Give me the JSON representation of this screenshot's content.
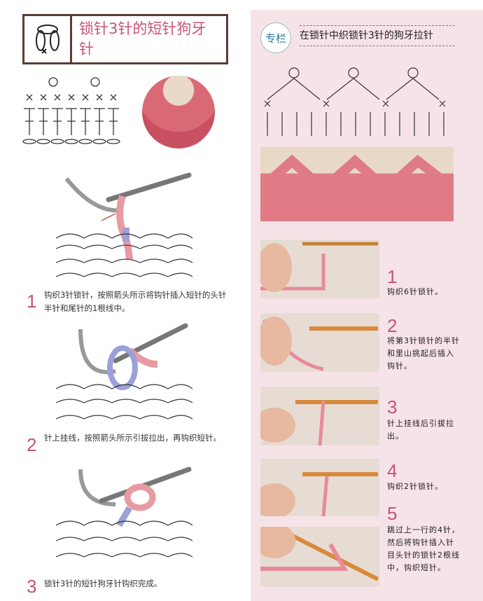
{
  "left": {
    "title": "锁针3针的短针狗牙针",
    "steps": [
      {
        "num": "1",
        "text": "钩织3针锁针，按照箭头所示将钩针插入短针的头针半针和尾针的1根线中。"
      },
      {
        "num": "2",
        "text": "针上挂线，按照箭头所示引拔拉出，再钩织短针。"
      },
      {
        "num": "3",
        "text": "锁针3针的短针狗牙针钩织完成。"
      }
    ]
  },
  "right": {
    "badge": "专栏",
    "title": "在锁针中织锁针3针的狗牙拉针",
    "steps": [
      {
        "num": "1",
        "text": "钩织6针锁针。"
      },
      {
        "num": "2",
        "text": "将第3针锁针的半针和里山挑起后插入钩针。"
      },
      {
        "num": "3",
        "text": "针上挂线后引拔拉出。"
      },
      {
        "num": "4",
        "text": "钩织2针锁针。"
      },
      {
        "num": "5",
        "text": "跳过上一行的4针，然后将钩针插入针目头针的锁针2根线中，钩织短针。"
      }
    ]
  },
  "colors": {
    "accent": "#c8527a",
    "panel": "#f6e3e8",
    "yarn": "#e07080"
  }
}
